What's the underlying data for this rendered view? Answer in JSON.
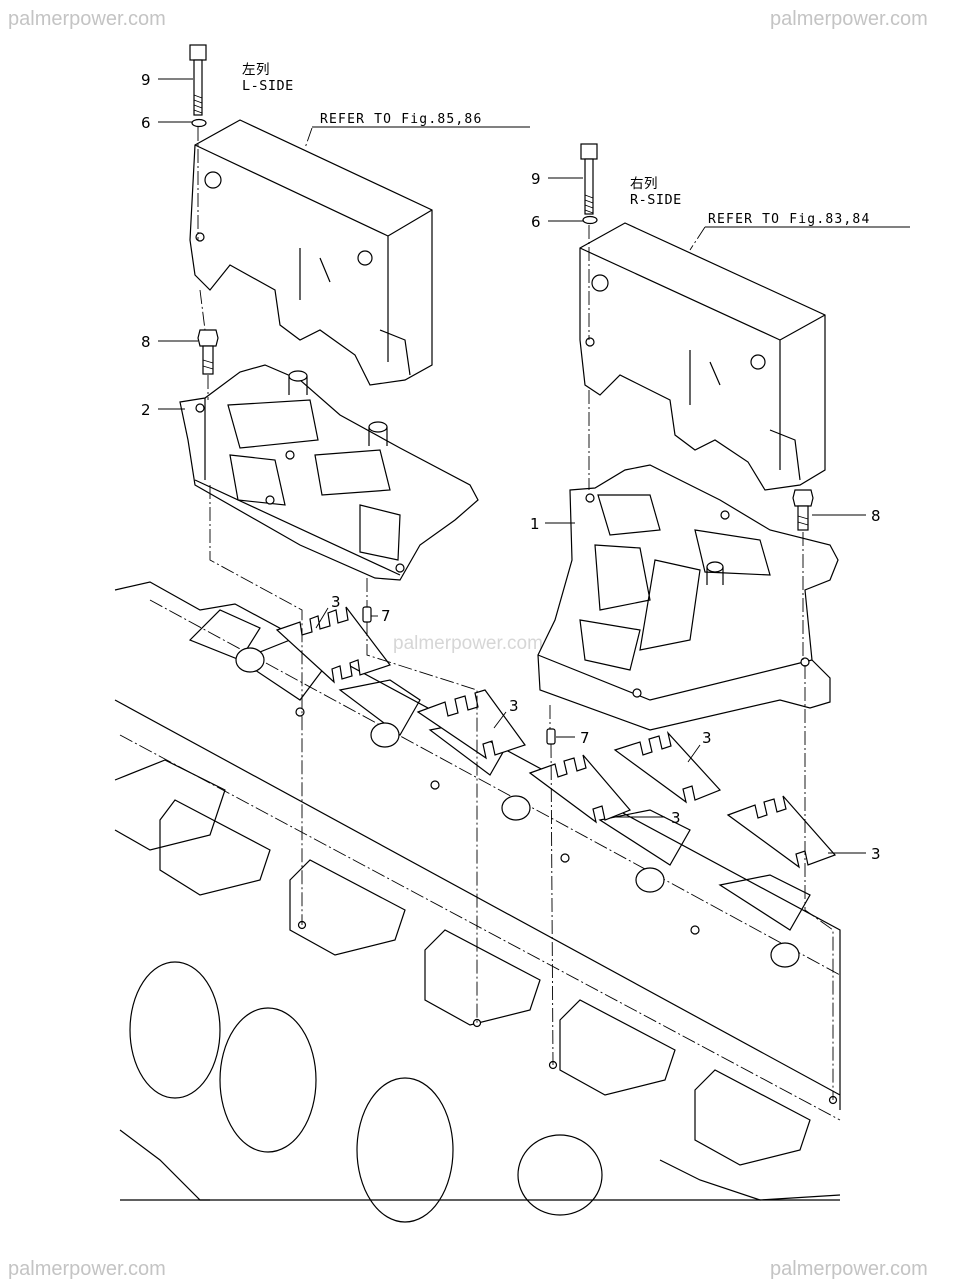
{
  "watermark": "palmerpower.com",
  "left": {
    "side_jp": "左列",
    "side_en": "L-SIDE",
    "refer": "REFER TO Fig.85,86"
  },
  "right": {
    "side_jp": "右列",
    "side_en": "R-SIDE",
    "refer": "REFER TO Fig.83,84"
  },
  "callouts": [
    "9",
    "6",
    "8",
    "2",
    "3",
    "7",
    "9",
    "6",
    "1",
    "8",
    "3",
    "7",
    "3",
    "3",
    "3"
  ]
}
